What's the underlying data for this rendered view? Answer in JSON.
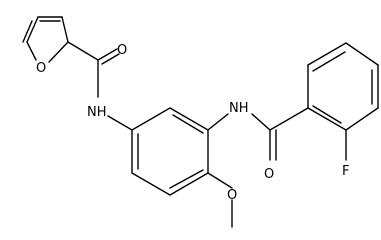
{
  "atoms": {
    "furan_o": "O",
    "carbonyl_o_left": "O",
    "nh_left": "NH",
    "nh_right": "NH",
    "carbonyl_o_right": "O",
    "methoxy_o": "O",
    "fluorine": "F"
  }
}
